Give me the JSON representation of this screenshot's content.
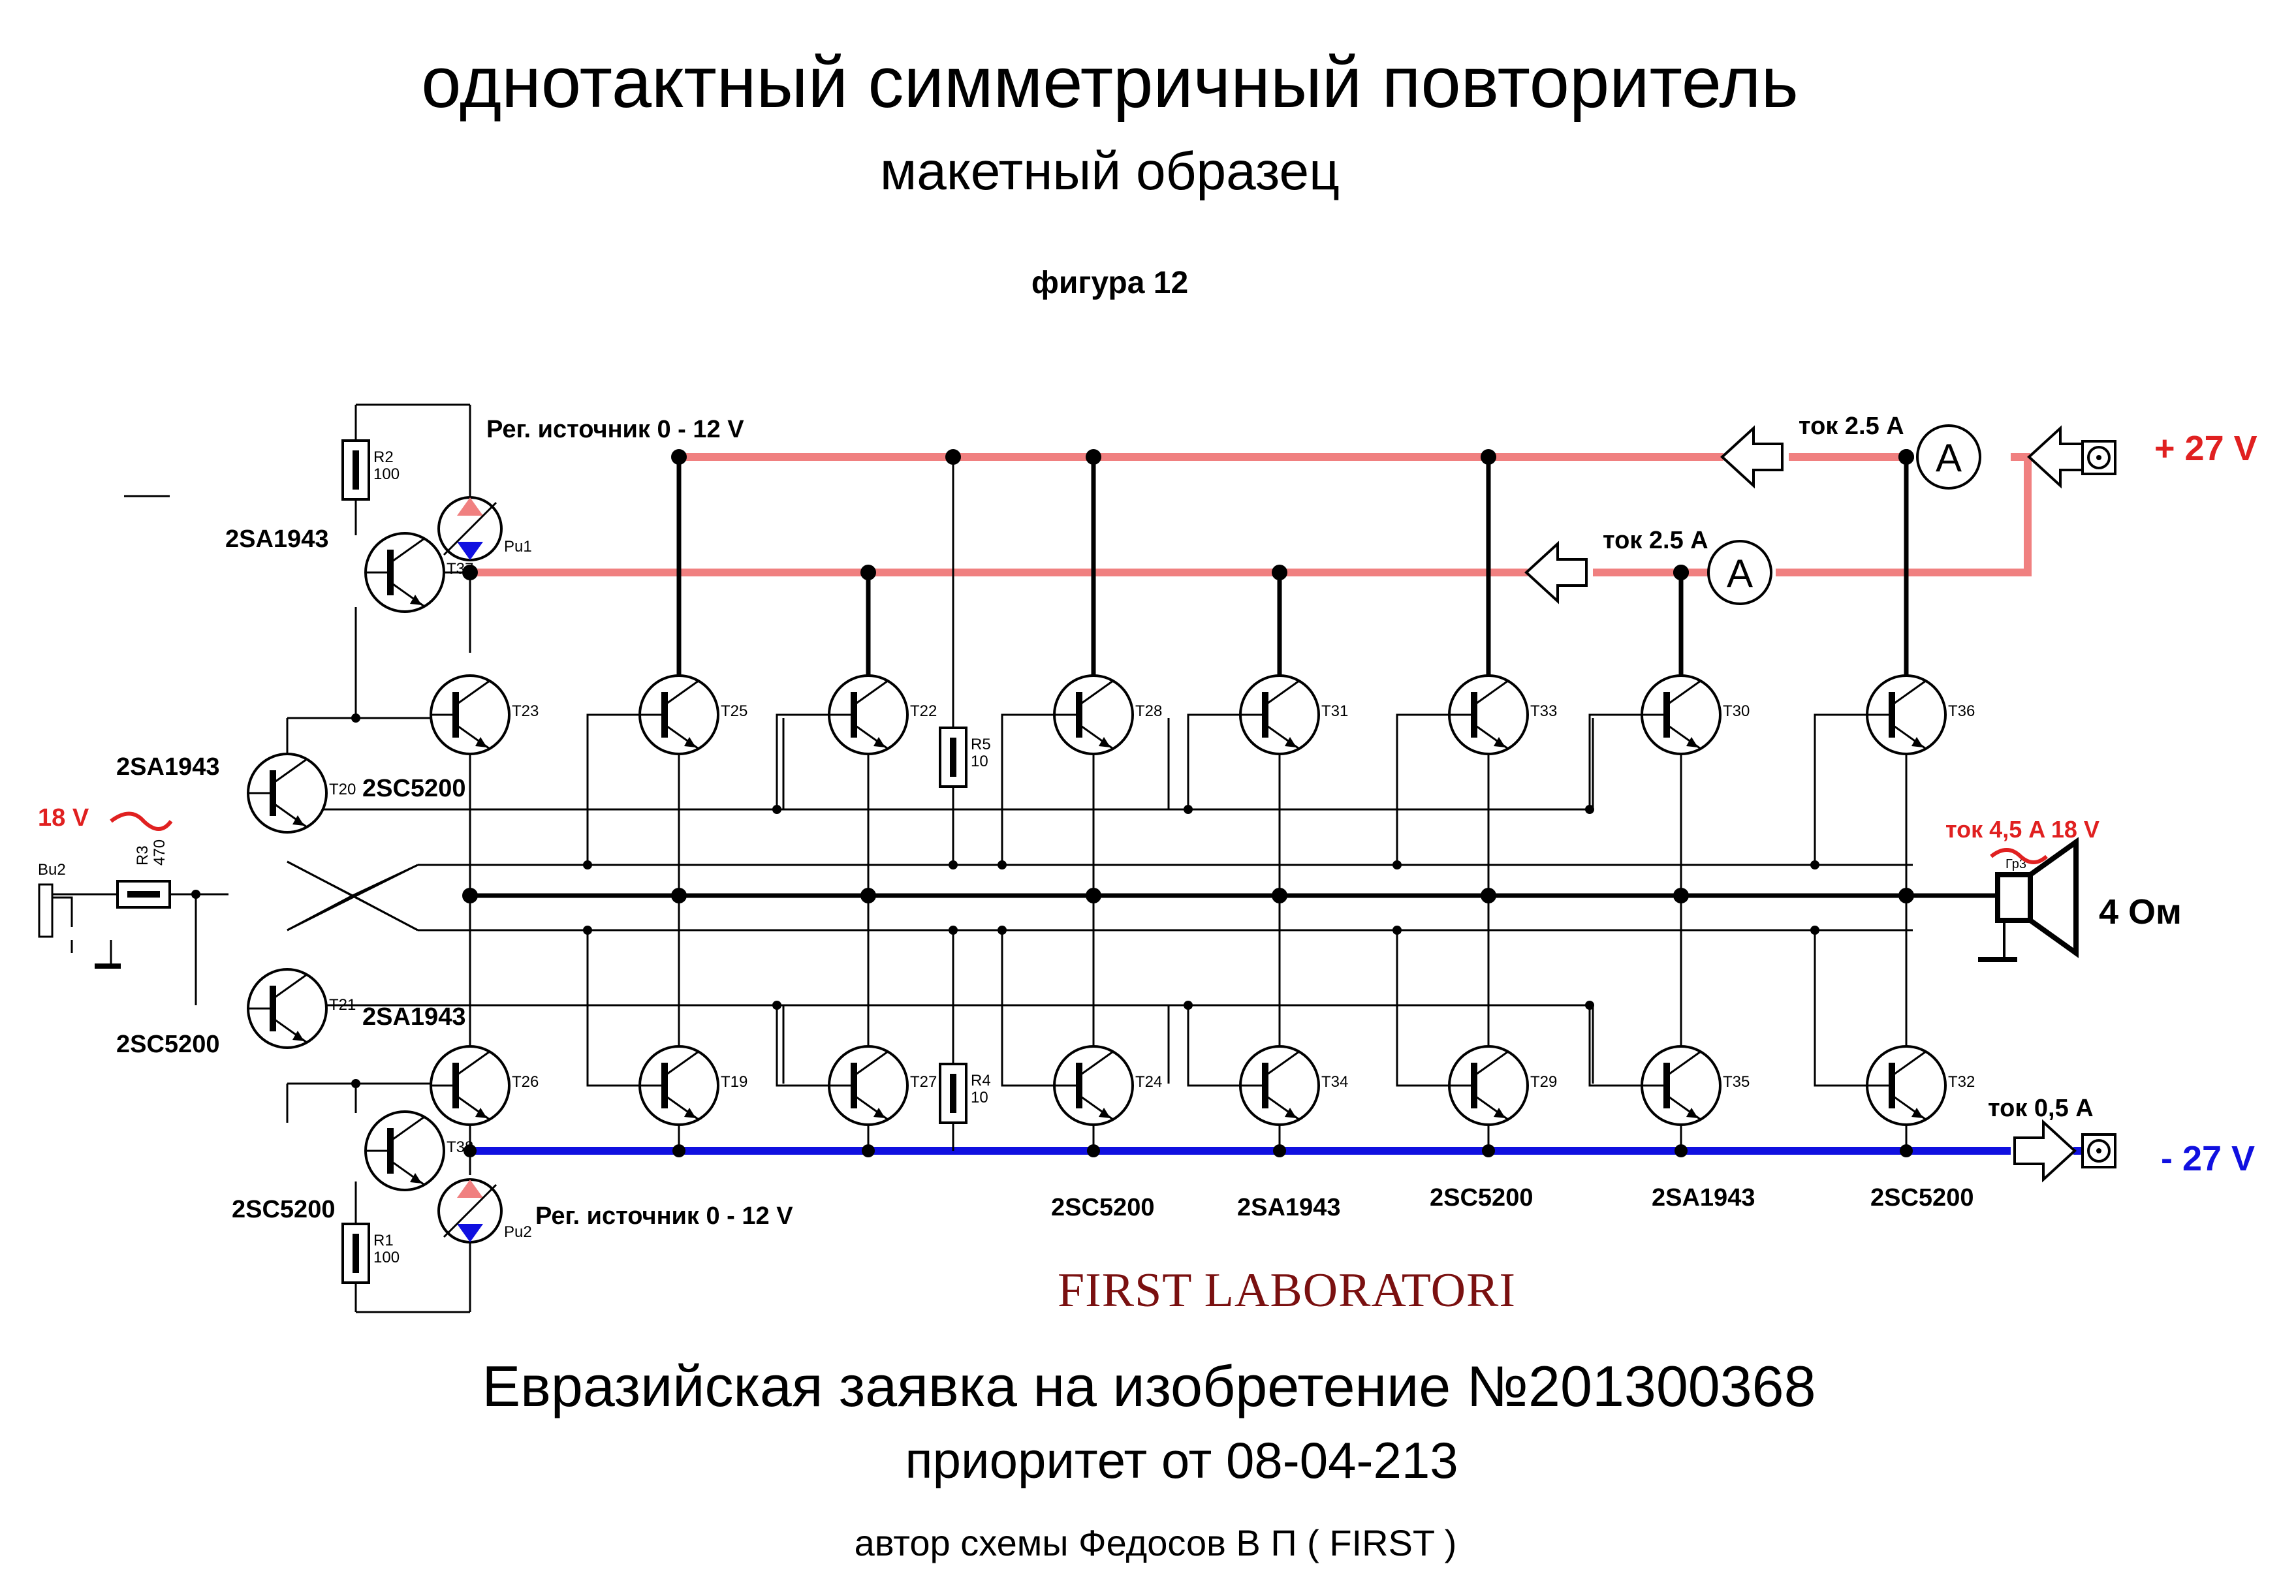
{
  "header": {
    "title": "однотактный симметричный повторитель",
    "subtitle": "макетный образец",
    "figure": "фигура 12"
  },
  "labels": {
    "source_top": "Рег. источник 0 - 12 V",
    "source_bottom": "Рег. источник 0 - 12 V",
    "current_top1": "ток 2.5 A",
    "current_top2": "ток 2.5 A",
    "current_out": "ток 4,5 A  18 V",
    "current_bottom": "ток 0,5 A",
    "plus_rail": "+ 27 V",
    "minus_rail": "- 27 V",
    "input": "18 V",
    "load": "4 Ом",
    "ammeter_symbol": "A",
    "speaker_ref": "Гр3",
    "input_ref": "Bu2"
  },
  "components": {
    "R2": {
      "ref": "R2",
      "value": "100"
    },
    "R1": {
      "ref": "R1",
      "value": "100"
    },
    "R3": {
      "ref": "R3",
      "value": "470"
    },
    "R5": {
      "ref": "R5",
      "value": "10"
    },
    "R4": {
      "ref": "R4",
      "value": "10"
    },
    "Pu1": "Pu1",
    "Pu2": "Pu2"
  },
  "part_numbers": {
    "T37": "2SA1943",
    "T20": "2SA1943",
    "T23": "2SC5200",
    "T21": "2SC5200",
    "T26": "2SA1943",
    "T38": "2SC5200"
  },
  "bottom_parts": [
    "2SC5200",
    "2SA1943",
    "2SC5200",
    "2SA1943",
    "2SC5200"
  ],
  "transistors_top": [
    "T23",
    "T25",
    "T22",
    "T28",
    "T31",
    "T33",
    "T30",
    "T36"
  ],
  "transistors_bottom": [
    "T26",
    "T19",
    "T27",
    "T24",
    "T34",
    "T29",
    "T35",
    "T32"
  ],
  "driver_refs": {
    "T37": "T37",
    "T20": "T20",
    "T21": "T21",
    "T38": "T38"
  },
  "footer": {
    "lab": "FIRST LABORATORI",
    "application": "Евразийская заявка на изобретение №201300368",
    "priority": "приоритет от 08-04-213",
    "author": "автор схемы Федосов В П ( FIRST )"
  },
  "colors": {
    "positive_rail": "#f08080",
    "negative_rail": "#1010e0",
    "accent_red": "#e02020",
    "lab_text": "#7a1010"
  }
}
